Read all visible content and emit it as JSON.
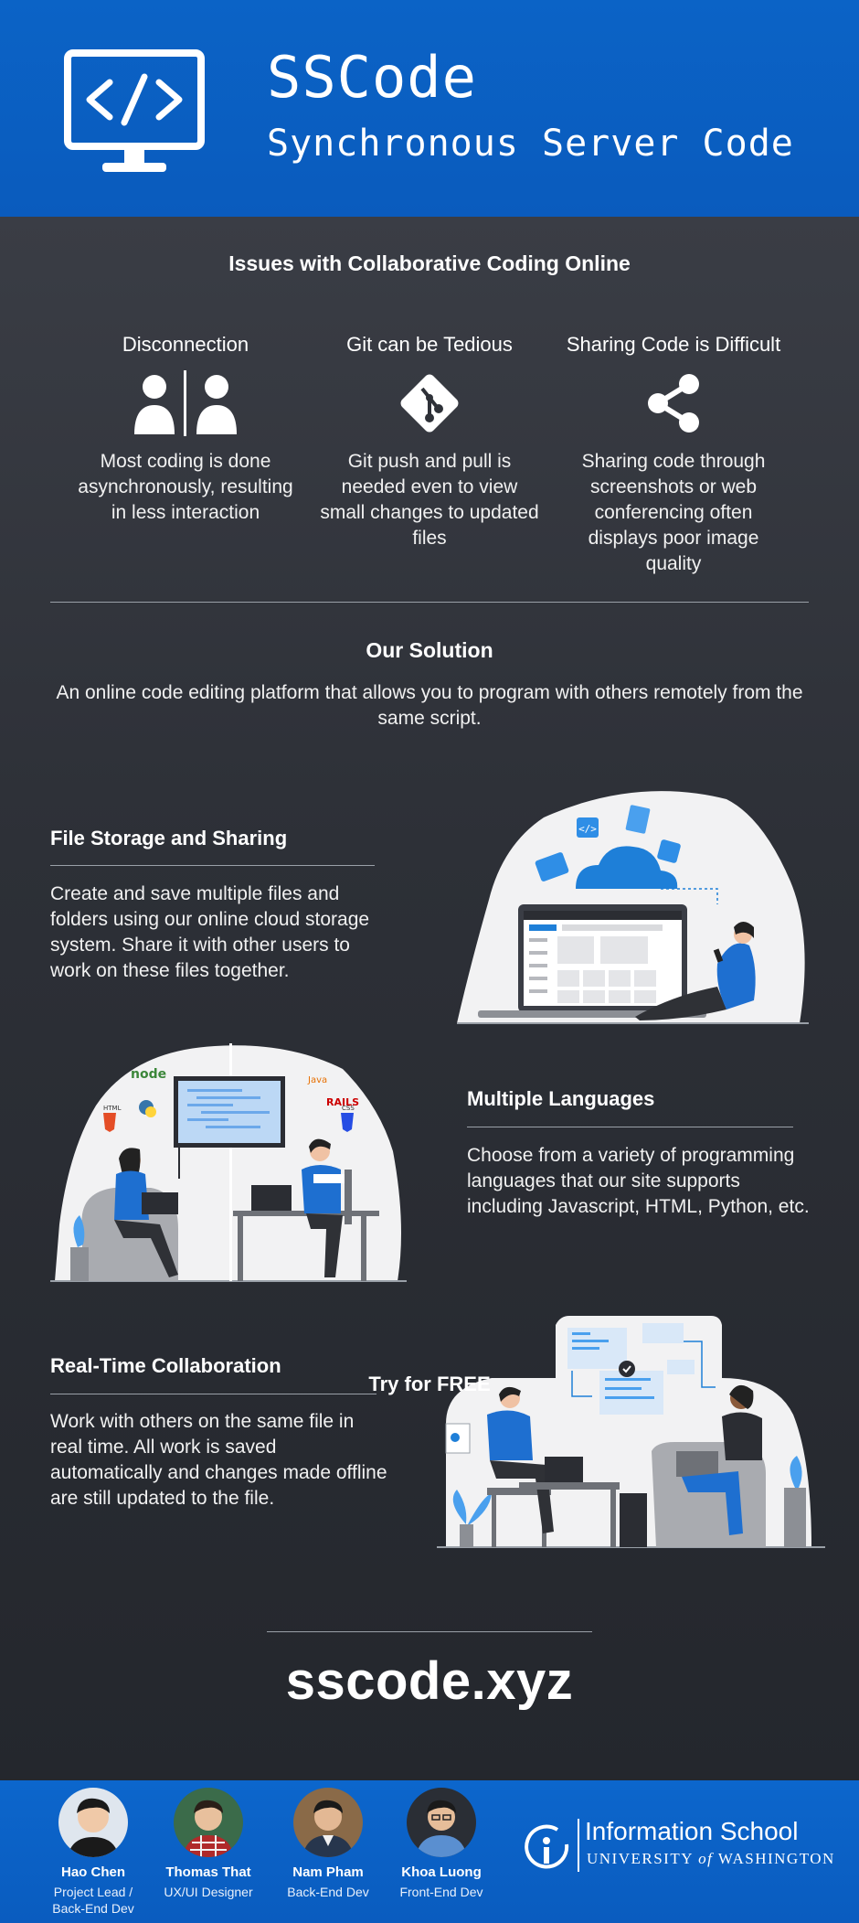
{
  "header": {
    "title": "SSCode",
    "subtitle": "Synchronous Server Code"
  },
  "issues": {
    "heading": "Issues with Collaborative Coding Online",
    "items": [
      {
        "title": "Disconnection",
        "icon": "two-users-icon",
        "desc": "Most coding is done asynchronously, resulting in less interaction"
      },
      {
        "title": "Git can be Tedious",
        "icon": "git-icon",
        "desc": "Git push and pull is needed even to view small changes to updated files"
      },
      {
        "title": "Sharing Code is Difficult",
        "icon": "share-icon",
        "desc": "Sharing code through screenshots or web conferencing often displays poor image quality"
      }
    ]
  },
  "solution": {
    "heading": "Our Solution",
    "text": "An online code editing platform that allows you to program with others remotely from the same script."
  },
  "features": [
    {
      "title": "File Storage and Sharing",
      "desc": "Create and save multiple files and folders using our online cloud storage system. Share it with other users to work on these files together."
    },
    {
      "title": "Multiple Languages",
      "desc": "Choose from a variety of programming languages that our site supports including Javascript, HTML, Python, etc."
    },
    {
      "title": "Real-Time Collaboration",
      "desc": "Work with others on the same file in real time. All work is saved automatically and changes made offline are still updated to the file."
    }
  ],
  "illustration_labels": {
    "node": "node",
    "java": "Java",
    "rails": "RAILS",
    "html": "HTML",
    "css": "CSS",
    "code": "</>"
  },
  "cta": {
    "label": "Try for FREE",
    "url": "sscode.xyz"
  },
  "team": [
    {
      "name": "Hao Chen",
      "role": "Project Lead / Back-End Dev"
    },
    {
      "name": "Thomas That",
      "role": "UX/UI Designer"
    },
    {
      "name": "Nam Pham",
      "role": "Back-End Dev"
    },
    {
      "name": "Khoa Luong",
      "role": "Front-End Dev"
    }
  ],
  "school": {
    "name": "Information School",
    "university_pre": "UNIVERSITY",
    "university_of": "of",
    "university_post": "WASHINGTON"
  },
  "colors": {
    "brand_blue": "#0b63c6",
    "background": "#2c2f36",
    "accent_light_blue": "#1e88e5"
  }
}
